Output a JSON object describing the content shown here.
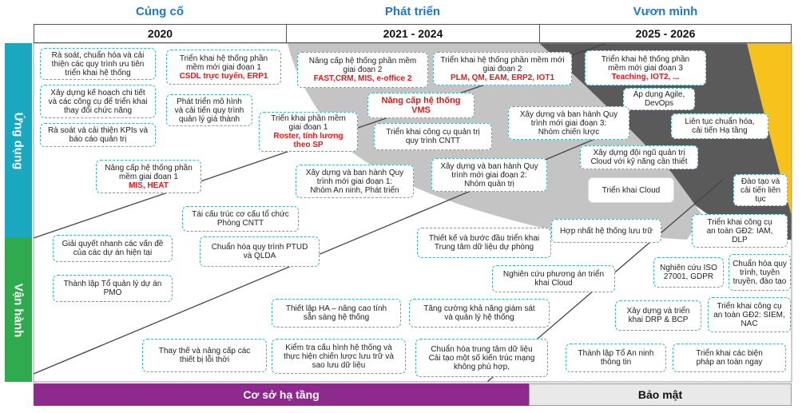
{
  "phases": [
    "Củng cố",
    "Phát triển",
    "Vươn mình"
  ],
  "years": [
    "2020",
    "2021  -  2024",
    "2025 - 2026"
  ],
  "side_labels": [
    "Ứng dụng",
    "Vận hành"
  ],
  "bottom_labels": [
    "Cơ sở hạ tầng",
    "Bảo mật"
  ],
  "colors": {
    "phase_blue": "#1f78c8",
    "teal": "#1aa7c0",
    "green": "#2faa4e",
    "purple": "#8e2a8e",
    "gray_band": "#c4c4c4",
    "dark_band": "#5a5a5a",
    "yellow": "#f6c21b",
    "box_border": "#3fb3c4",
    "highlight_red": "#e01b1b"
  },
  "boxes": [
    {
      "lines": [
        "Rà soát, chuẩn hóa và cải",
        "thiện các quy trình ưu tiên",
        "triển khai hệ thống"
      ],
      "red": []
    },
    {
      "lines": [
        "Xây dựng kế hoạch chi tiết",
        "và các công cụ để triển khai",
        "thay đổi chức năng"
      ],
      "red": []
    },
    {
      "lines": [
        "Rà soát và cải thiện KPIs và",
        "báo cáo quản trị"
      ],
      "red": []
    },
    {
      "lines": [
        "Nâng cấp hệ thống phần",
        "mềm giai đoạn 1"
      ],
      "red": [
        "MIS, HEAT"
      ]
    },
    {
      "lines": [
        "Triển khai hệ thống phần",
        "mềm mới giai đoạn 1"
      ],
      "red": [
        "CSDL trực tuyến, ERP1"
      ]
    },
    {
      "lines": [
        "Phát triển mô hình",
        "và cải tiến quy trình",
        "quản lý giá thành"
      ],
      "red": []
    },
    {
      "lines": [
        "Triển khai phần mềm",
        "giai đoạn 1"
      ],
      "red": [
        "Roster, tính lương",
        "theo SP"
      ]
    },
    {
      "lines": [
        "Nâng cấp hệ thống phần mềm",
        "giai đoạn 2"
      ],
      "red": [
        "FAST,CRM, MIS,  e-office 2"
      ]
    },
    {
      "lines": [
        "Triển khai hệ thống phần mềm mới",
        "giai đoạn 2"
      ],
      "red": [
        "PLM, QM, EAM, ERP2, IOT1"
      ]
    },
    {
      "lines": [],
      "red": [
        "Nâng cấp hệ thống",
        "VMS"
      ]
    },
    {
      "lines": [
        "Triển khai công cụ quản trị",
        "quy trình CNTT"
      ],
      "red": []
    },
    {
      "lines": [
        "Xây dựng và ban hành Quy",
        "trình mới giai đoạn 1:",
        "Nhóm An ninh, Phát triển"
      ],
      "red": []
    },
    {
      "lines": [
        "Xây dựng và ban hành Quy",
        "trình mới giai đoạn 2:",
        "Nhóm quản trị"
      ],
      "red": []
    },
    {
      "lines": [
        "Triển khai hệ thống phần",
        "mềm mới giai đoạn 3"
      ],
      "red": [
        "Teaching,  IOT2,  ..."
      ]
    },
    {
      "lines": [
        "Áp dụng Agile,",
        "DevOps"
      ],
      "red": []
    },
    {
      "lines": [
        "Xây dựng và ban hành Quy",
        "trình mới giai đoạn 3:",
        "Nhóm chiến lược"
      ],
      "red": []
    },
    {
      "lines": [
        "Liên tục chuẩn hóa,",
        "cải tiến Hạ tầng"
      ],
      "red": []
    },
    {
      "lines": [
        "Xây dựng đội ngũ quản trị",
        "Cloud với kỹ năng cần thiết"
      ],
      "red": []
    },
    {
      "lines": [
        "Triển khai Cloud"
      ],
      "red": []
    },
    {
      "lines": [
        "Đào tạo và",
        "cải tiến liên",
        "tục"
      ],
      "red": []
    },
    {
      "lines": [
        "Tái cấu trúc cơ cấu tổ chức",
        "Phòng CNTT"
      ],
      "red": []
    },
    {
      "lines": [
        "Giải quyết nhanh các vấn đề",
        "của các dự án hiện tại"
      ],
      "red": []
    },
    {
      "lines": [
        "Chuẩn hóa quy trình PTUD",
        "và QLDA"
      ],
      "red": []
    },
    {
      "lines": [
        "Thành lập Tổ quản lý dự án",
        "PMO"
      ],
      "red": []
    },
    {
      "lines": [
        "Thiết kế và bước đầu triển khai",
        "Trung tâm dữ liệu dự phòng"
      ],
      "red": []
    },
    {
      "lines": [
        "Hợp nhất hệ thống lưu trữ"
      ],
      "red": []
    },
    {
      "lines": [
        "Nghiên cứu phương án triển",
        "khai Cloud"
      ],
      "red": []
    },
    {
      "lines": [
        "Triển khai công cụ",
        "an toàn GĐ2: IAM,",
        "DLP"
      ],
      "red": []
    },
    {
      "lines": [
        "Nghiên cứu ISO",
        "27001, GDPR"
      ],
      "red": []
    },
    {
      "lines": [
        "Chuẩn hóa quy",
        "trình, tuyên",
        "truyền, đào tạo"
      ],
      "red": []
    },
    {
      "lines": [
        "Thiết lập HA – nâng cao tính",
        "sẵn sàng hệ thống"
      ],
      "red": []
    },
    {
      "lines": [
        "Tăng cường khả năng giám sát",
        "và quản lý hệ thống"
      ],
      "red": []
    },
    {
      "lines": [
        "Xây dựng và triển",
        "khai DRP & BCP"
      ],
      "red": []
    },
    {
      "lines": [
        "Triển khai công cụ",
        "an toàn GĐ2: SIEM,",
        "NAC"
      ],
      "red": []
    },
    {
      "lines": [
        "Thay thế và nâng cấp các",
        "thiết bị lỗi thời"
      ],
      "red": []
    },
    {
      "lines": [
        "Kiểm tra cấu hình hệ thống và",
        "thực hiện chiến lược lưu trữ và",
        "sao lưu dữ liệu"
      ],
      "red": []
    },
    {
      "lines": [
        "Chuẩn hóa trung tâm dữ liệu",
        "Cải tạo một số kiến trúc mạng",
        "không phù hợp,"
      ],
      "red": []
    },
    {
      "lines": [
        "Thành lập Tổ An ninh",
        "thông tin"
      ],
      "red": []
    },
    {
      "lines": [
        "Triển khai các biện",
        "pháp an toàn ngay"
      ],
      "red": []
    }
  ]
}
